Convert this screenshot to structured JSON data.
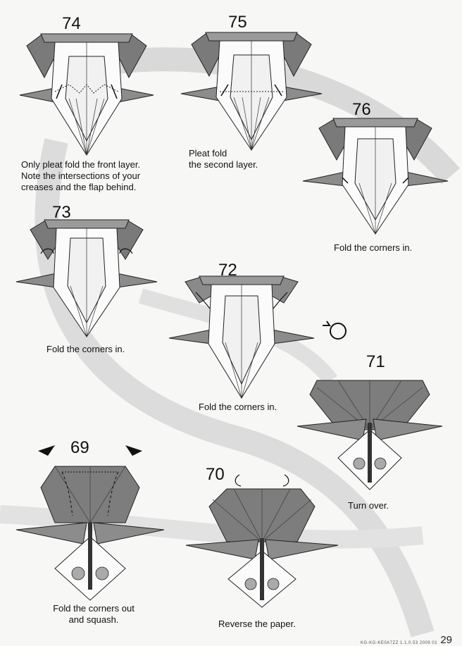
{
  "colors": {
    "dark": "#6f6f6f",
    "mid": "#8c8c8c",
    "light": "#cfcfcf",
    "paper": "#fbfbfb",
    "line": "#222222"
  },
  "steps": [
    {
      "number": "74",
      "caption": "Only pleat fold the front layer.\nNote the intersections of your\ncreases and the flap behind."
    },
    {
      "number": "75",
      "caption": "Pleat fold\nthe second layer."
    },
    {
      "number": "76",
      "caption": "Fold the corners in."
    },
    {
      "number": "73",
      "caption": "Fold the corners in."
    },
    {
      "number": "72",
      "caption": "Fold the corners in."
    },
    {
      "number": "71",
      "caption": "Turn over."
    },
    {
      "number": "69",
      "caption": "Fold the corners out\nand squash."
    },
    {
      "number": "70",
      "caption": "Reverse the paper."
    }
  ],
  "page_number": "29",
  "footer_text": "KG-KG-KE0A7ZZ 1.1.0.53 2009 01"
}
